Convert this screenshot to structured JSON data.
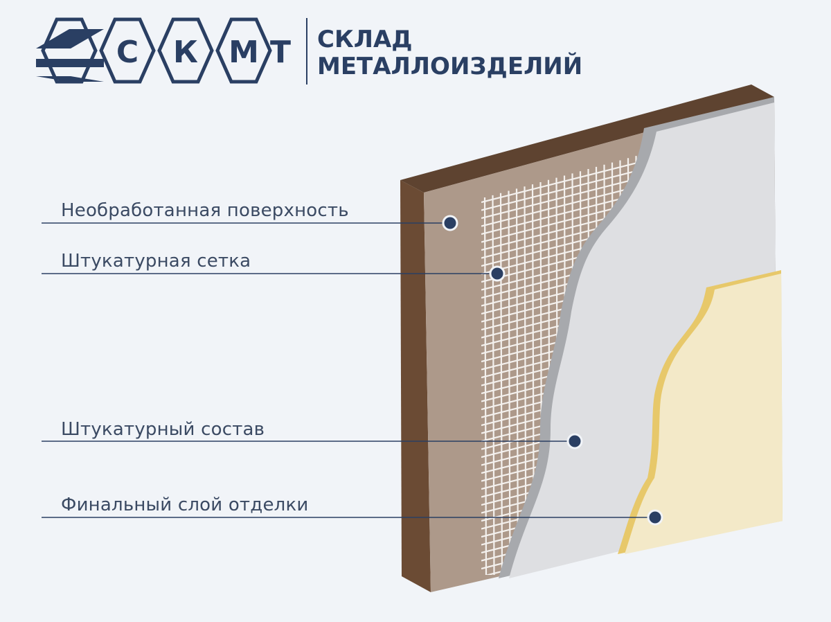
{
  "brand": {
    "letters": [
      "С",
      "К",
      "М",
      "Т"
    ],
    "name_line1": "СКЛАД",
    "name_line2": "МЕТАЛЛОИЗДЕЛИЙ",
    "color": "#2a3f63"
  },
  "layers": [
    {
      "label": "Необработанная поверхность",
      "color": "#ad998a"
    },
    {
      "label": "Штукатурная сетка",
      "color": "#f4f1ee"
    },
    {
      "label": "Штукатурный состав",
      "color": "#dedfe2"
    },
    {
      "label": "Финальный слой отделки",
      "color": "#f3e9c8"
    }
  ],
  "colors": {
    "background": "#f1f4f8",
    "wall_edge": "#6b4b34",
    "wall_top": "#5e4330",
    "plaster_edge": "#a7a9ad",
    "finish_edge": "#e7c86a",
    "marker": "#2a3f63",
    "leader_line": "#2a3f63"
  }
}
